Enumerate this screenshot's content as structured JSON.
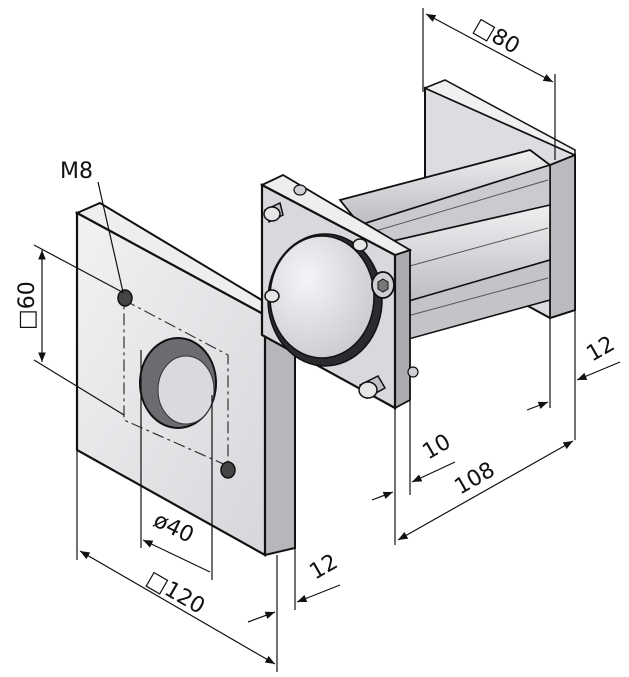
{
  "labels": {
    "thread": "M8",
    "pitch_sq": "□60",
    "bore": "ø40",
    "plate_sq": "□120",
    "plate_thick": "12",
    "profile_sq": "□80",
    "end_plate_thick": "12",
    "flange_thick": "10",
    "overall_length": "108"
  },
  "colors": {
    "line": "#111111",
    "face_light": "#e8e8ea",
    "face_mid": "#cfd0d3",
    "face_dark": "#a9abaf",
    "disc": "#e2e3e6",
    "hole": "#555555"
  }
}
